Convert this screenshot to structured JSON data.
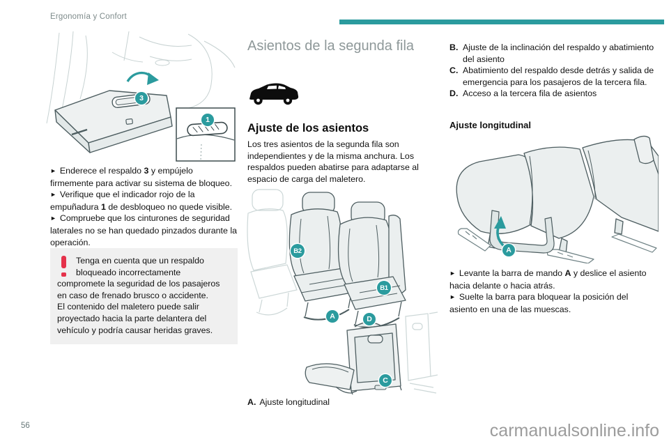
{
  "page": {
    "header": "Ergonomía y Confort",
    "page_number": "56",
    "watermark": "carmanualsonline.info"
  },
  "colors": {
    "accent_teal": "#2b9b9e",
    "warning_red": "#e5324b",
    "heading_gray": "#8e9899"
  },
  "left": {
    "figure1": {
      "name": "trunk-folded-backrest-illustration",
      "marker_3": "3",
      "marker_1": "1"
    },
    "steps": [
      {
        "bullet": "►",
        "pre": "Enderece el respaldo ",
        "strong": "3",
        "post": " y empújelo firmemente para activar su sistema de bloqueo."
      },
      {
        "bullet": "►",
        "pre": "Verifique que el indicador rojo de la empuñadura ",
        "strong": "1",
        "post": " de desbloqueo no quede visible."
      },
      {
        "bullet": "►",
        "pre": "Compruebe que los cinturones de seguridad laterales no se han quedado pinzados durante la operación.",
        "strong": "",
        "post": ""
      }
    ],
    "warning": {
      "para1": "Tenga en cuenta que un respaldo bloqueado incorrectamente compromete la seguridad de los pasajeros en caso de frenado brusco o accidente.",
      "para2": "El contenido del maletero puede salir proyectado hacia la parte delantera del vehículo y podría causar heridas graves."
    }
  },
  "middle": {
    "section_title": "Asientos de la segunda fila",
    "subsection_title": "Ajuste de los asientos",
    "intro": "Los tres asientos de la segunda fila son independientes y de la misma anchura. Los respaldos pueden abatirse para adaptarse al espacio de carga del maletero.",
    "figure2": {
      "name": "second-row-seats-illustration",
      "marker_b2": "B2",
      "marker_b1": "B1",
      "marker_a": "A",
      "marker_d": "D",
      "marker_c": "C"
    },
    "caption_label": "A.",
    "caption_text": "Ajuste longitudinal"
  },
  "right": {
    "items": [
      {
        "label": "B.",
        "text": "Ajuste de la inclinación del respaldo y abatimiento del asiento"
      },
      {
        "label": "C.",
        "text": "Abatimiento del respaldo desde detrás y salida de emergencia para los pasajeros de la tercera fila."
      },
      {
        "label": "D.",
        "text": "Acceso a la tercera fila de asientos"
      }
    ],
    "subheading": "Ajuste longitudinal",
    "figure3": {
      "name": "seat-slide-bar-illustration",
      "marker_a": "A"
    },
    "steps": [
      {
        "bullet": "►",
        "pre": "Levante la barra de mando ",
        "strong": "A",
        "post": " y deslice el asiento hacia delante o hacia atrás."
      },
      {
        "bullet": "►",
        "pre": "Suelte la barra para bloquear la posición del asiento en una de las muescas.",
        "strong": "",
        "post": ""
      }
    ]
  }
}
